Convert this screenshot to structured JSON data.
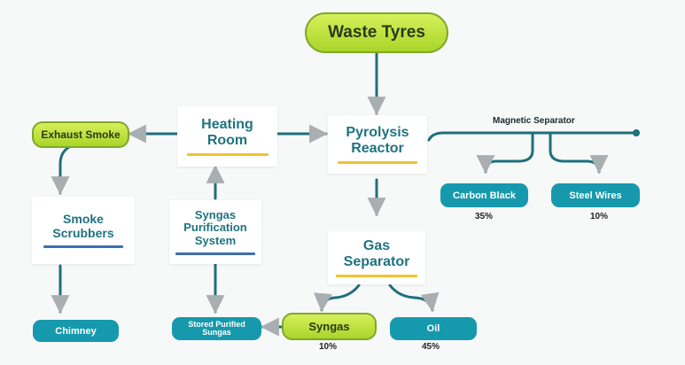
{
  "title": "Waste Tyres",
  "nodes": {
    "pyrolysis_reactor": "Pyrolysis Reactor",
    "heating_room": "Heating Room",
    "gas_separator": "Gas Separator",
    "syngas_purification": "Syngas Purification System",
    "smoke_scrubbers": "Smoke Scrubbers",
    "exhaust_smoke": "Exhaust Smoke",
    "chimney": "Chimney",
    "stored_syngas": "Stored Purified Sungas",
    "syngas": "Syngas",
    "oil": "Oil",
    "carbon_black": "Carbon Black",
    "steel_wires": "Steel Wires",
    "magnetic_separator": "Magnetic Separator"
  },
  "percentages": {
    "carbon_black": "35%",
    "steel_wires": "10%",
    "syngas": "10%",
    "oil": "45%"
  },
  "colors": {
    "teal": "#1699ad",
    "connector": "#1f6f7c",
    "lime": "#c2e33c",
    "underline_yellow": "#f2c230",
    "underline_blue": "#3d6fb0"
  }
}
